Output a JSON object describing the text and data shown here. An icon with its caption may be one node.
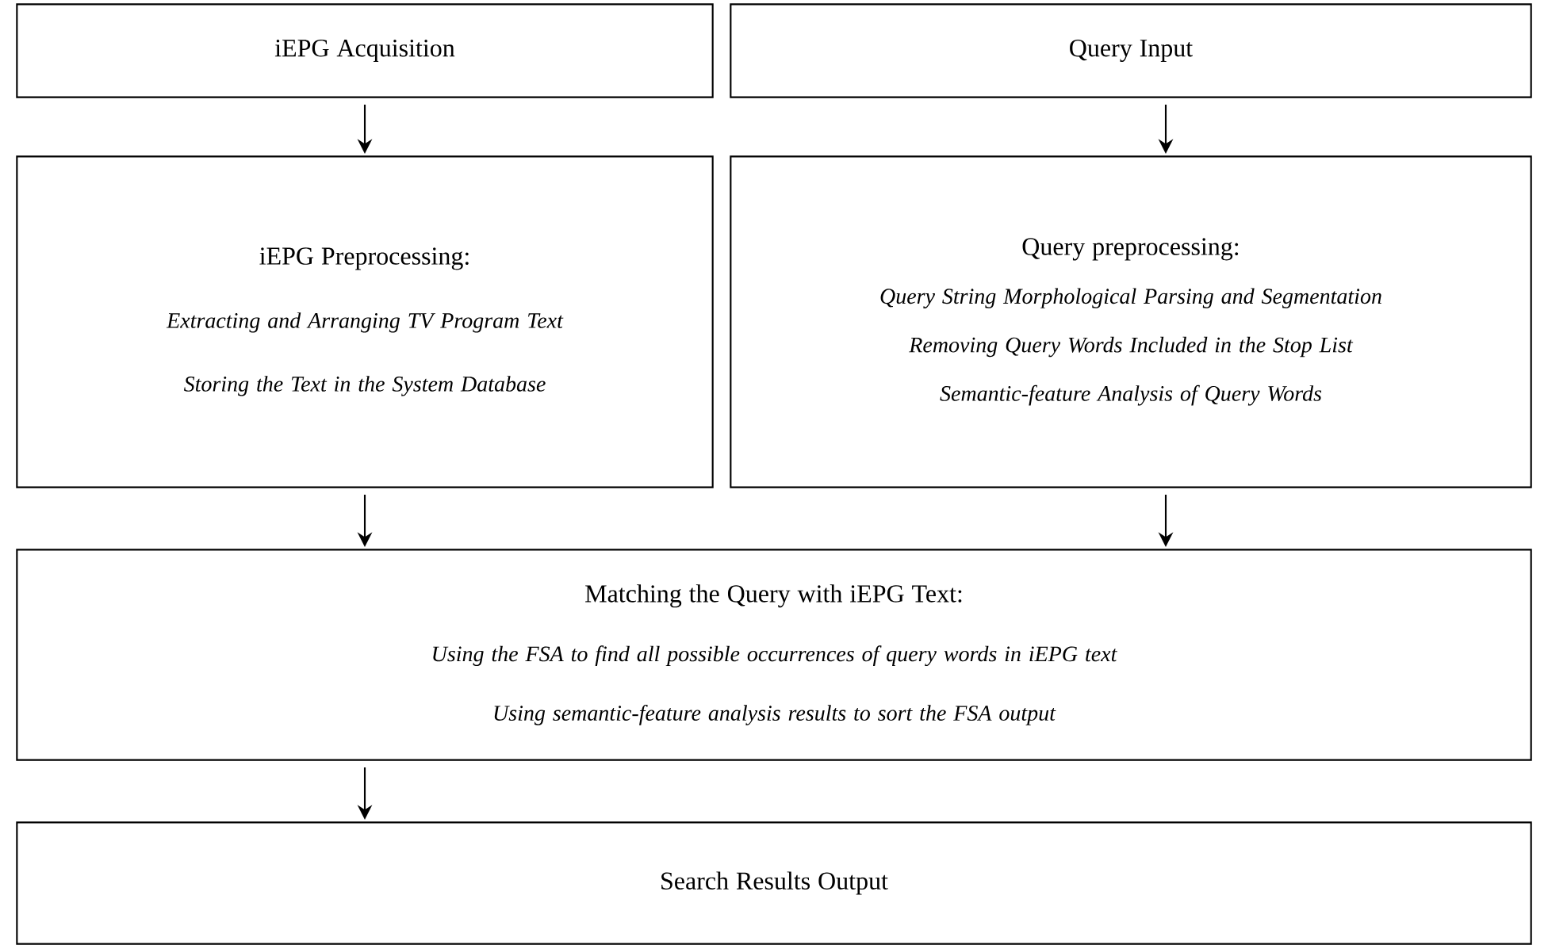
{
  "diagram": {
    "nodes": [
      {
        "text": [
          "iEPG Acquisition"
        ]
      },
      {
        "text": [
          "Query Input"
        ]
      },
      {
        "text": [
          "iEPG Preprocessing:",
          "Extracting and Arranging TV Program Text",
          "Storing the Text in the System Database"
        ]
      },
      {
        "text": [
          "Query preprocessing:",
          "Query String Morphological Parsing and Segmentation",
          "Removing Query Words Included in the Stop List",
          "Semantic-feature Analysis of Query Words"
        ]
      },
      {
        "text": [
          "Matching the Query with iEPG Text:",
          "Using the FSA to find all possible occurrences of query words in iEPG text",
          "Using semantic-feature analysis results to sort the FSA output"
        ]
      },
      {
        "text": [
          "Search Results Output"
        ]
      }
    ],
    "edges": [
      {
        "from": 0,
        "to": 2,
        "arrow": "to"
      },
      {
        "from": 1,
        "to": 3,
        "arrow": "to"
      },
      {
        "from": 2,
        "to": 4,
        "arrow": "to"
      },
      {
        "from": 3,
        "to": 4,
        "arrow": "to"
      },
      {
        "from": 4,
        "to": 5,
        "arrow": "to"
      }
    ]
  }
}
